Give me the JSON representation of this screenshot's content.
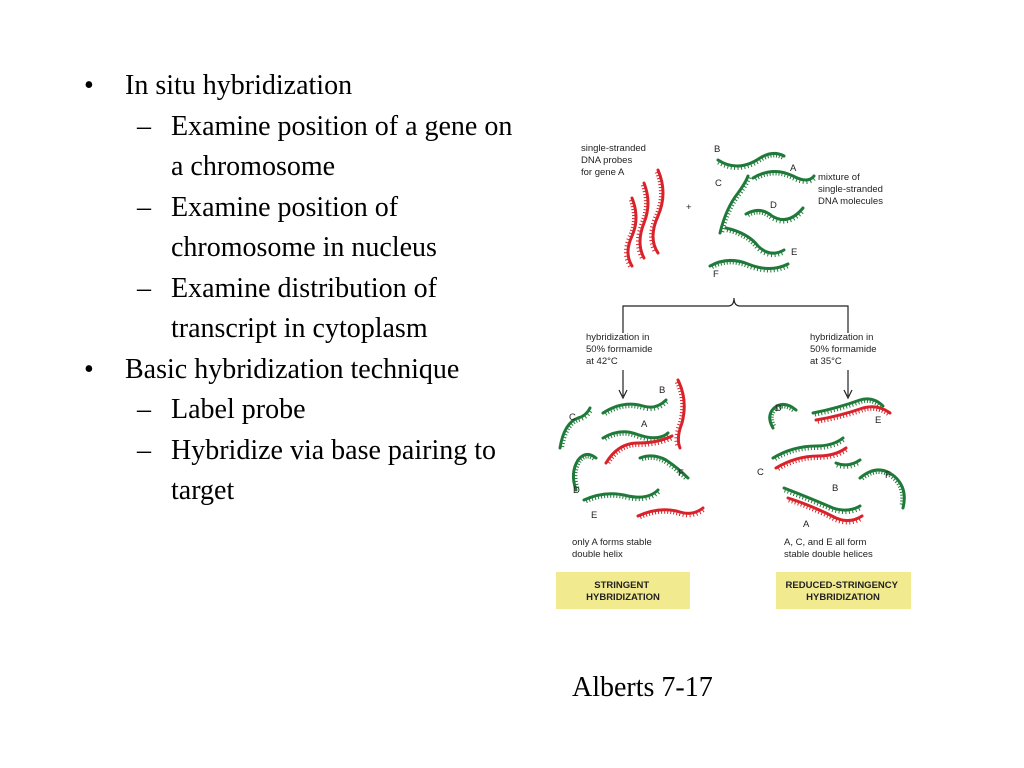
{
  "bullets": [
    {
      "text": "In situ hybridization",
      "subs": [
        "Examine position of a gene on a chromosome",
        "Examine position of chromosome in nucleus",
        "Examine distribution of transcript in cytoplasm"
      ]
    },
    {
      "text": "Basic hybridization technique",
      "subs": [
        "Label probe",
        "Hybridize via base pairing to target"
      ]
    }
  ],
  "bullet_glyph": "•",
  "sub_glyph": "–",
  "caption": "Alberts 7-17",
  "figure": {
    "probe_label": [
      "single-stranded",
      "DNA probes",
      "for gene A"
    ],
    "plus": "+",
    "mixture_label": [
      "mixture of",
      "single-stranded",
      "DNA molecules"
    ],
    "letters": [
      "A",
      "B",
      "C",
      "D",
      "E",
      "F"
    ],
    "left_condition": [
      "hybridization in",
      "50% formamide",
      "at 42°C"
    ],
    "right_condition": [
      "hybridization in",
      "50% formamide",
      "at 35°C"
    ],
    "left_result": [
      "only A forms stable",
      "double helix"
    ],
    "right_result": [
      "A, C, and E all form",
      "stable double helices"
    ],
    "left_box": [
      "STRINGENT",
      "HYBRIDIZATION"
    ],
    "right_box": [
      "REDUCED-STRINGENCY",
      "HYBRIDIZATION"
    ],
    "colors": {
      "probe": "#d8232a",
      "target": "#1f7a3a",
      "box": "#f2ea8e"
    }
  }
}
